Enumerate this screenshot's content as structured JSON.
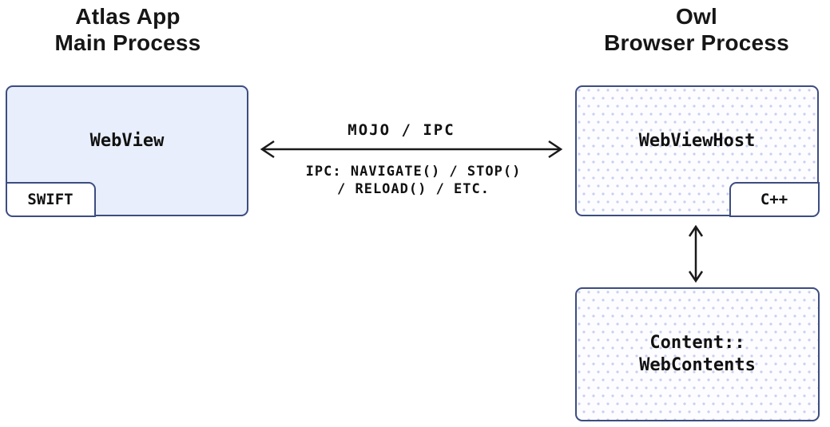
{
  "left_process": {
    "title": [
      "Atlas App",
      "Main Process"
    ],
    "box_label": "WebView",
    "language_tag": "SWIFT"
  },
  "right_process": {
    "title": [
      "Owl",
      "Browser Process"
    ],
    "host_box_label": "WebViewHost",
    "language_tag": "C++",
    "contents_box_label": [
      "Content::",
      "WebContents"
    ]
  },
  "ipc_link": {
    "top_label": "MOJO / IPC",
    "bottom_label": [
      "IPC: NAVIGATE() / STOP()",
      "/ RELOAD() / ETC."
    ]
  },
  "colors": {
    "box_border": "#3c4d80",
    "solid_box_fill": "#e8eefb",
    "dot_pattern": "#c9cff1",
    "text": "#111111",
    "arrow": "#1a1a1a",
    "background": "#ffffff"
  }
}
